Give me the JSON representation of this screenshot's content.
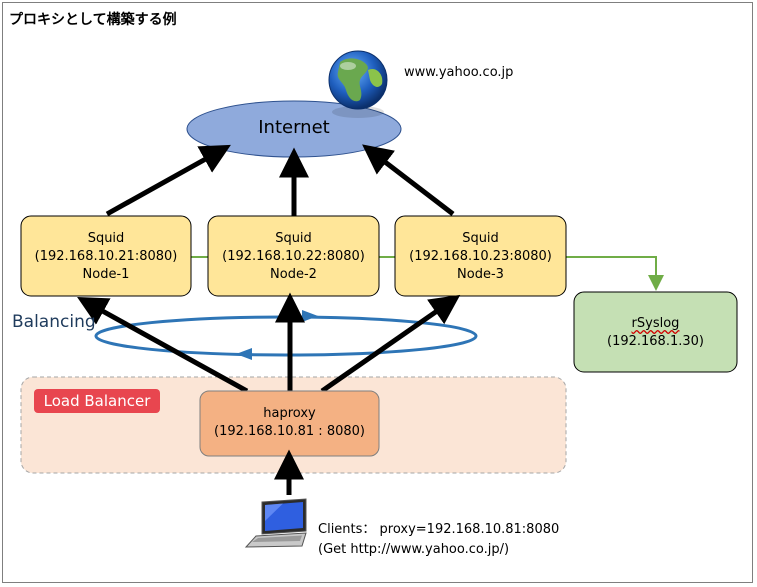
{
  "title": "プロキシとして構築する例",
  "website": "www.yahoo.co.jp",
  "internet_label": "Internet",
  "balancing_label": "Balancing",
  "nodes": [
    {
      "name": "Squid",
      "address": "(192.168.10.21:8080)",
      "id": "Node-1"
    },
    {
      "name": "Squid",
      "address": "(192.168.10.22:8080)",
      "id": "Node-2"
    },
    {
      "name": "Squid",
      "address": "(192.168.10.23:8080)",
      "id": "Node-3"
    }
  ],
  "syslog": {
    "name": "rSyslog",
    "address": "(192.168.1.30)"
  },
  "load_balancer": {
    "tag": "Load Balancer",
    "name": "haproxy",
    "address": "(192.168.10.81 : 8080)"
  },
  "client": {
    "line1": "Clients： proxy=192.168.10.81:8080",
    "line2": "(Get http://www.yahoo.co.jp/)"
  },
  "colors": {
    "internet_fill": "#8faadc",
    "node_fill": "#ffe699",
    "syslog_fill": "#c5e0b4",
    "lb_zone_fill": "#fbe5d6",
    "haproxy_fill": "#f4b183",
    "lb_tag": "#e8464f",
    "balance_ring": "#2e75b6",
    "green_link": "#70ad47"
  }
}
